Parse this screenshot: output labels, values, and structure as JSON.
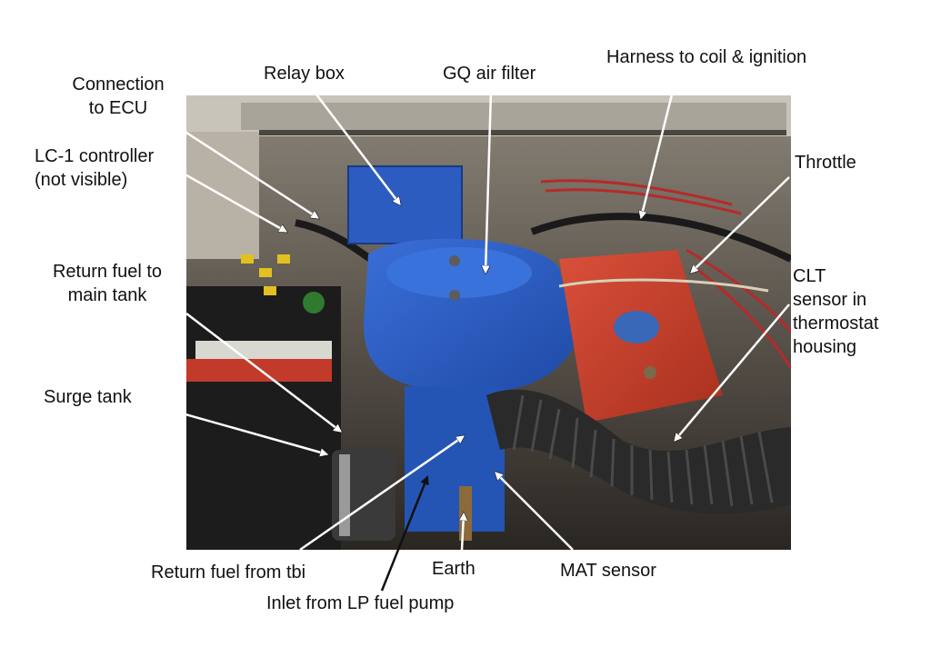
{
  "labels": {
    "relay_box": "Relay box",
    "gq_air_filter": "GQ air filter",
    "harness": "Harness to coil & ignition",
    "connection_ecu_1": "Connection",
    "connection_ecu_2": "to ECU",
    "lc1_1": "LC-1 controller",
    "lc1_2": "(not visible)",
    "throttle": "Throttle",
    "return_main_1": "Return fuel to",
    "return_main_2": "main tank",
    "clt_1": "CLT",
    "clt_2": "sensor in",
    "clt_3": "thermostat",
    "clt_4": "housing",
    "surge_tank": "Surge tank",
    "return_tbi": "Return fuel from tbi",
    "earth": "Earth",
    "mat_sensor": "MAT sensor",
    "inlet_lp": "Inlet from LP fuel pump"
  },
  "colors": {
    "air_filter": "#2f5fc0",
    "valve_cover": "#c8422a",
    "intake_hose": "#2a2a2a",
    "background": "#ffffff"
  }
}
